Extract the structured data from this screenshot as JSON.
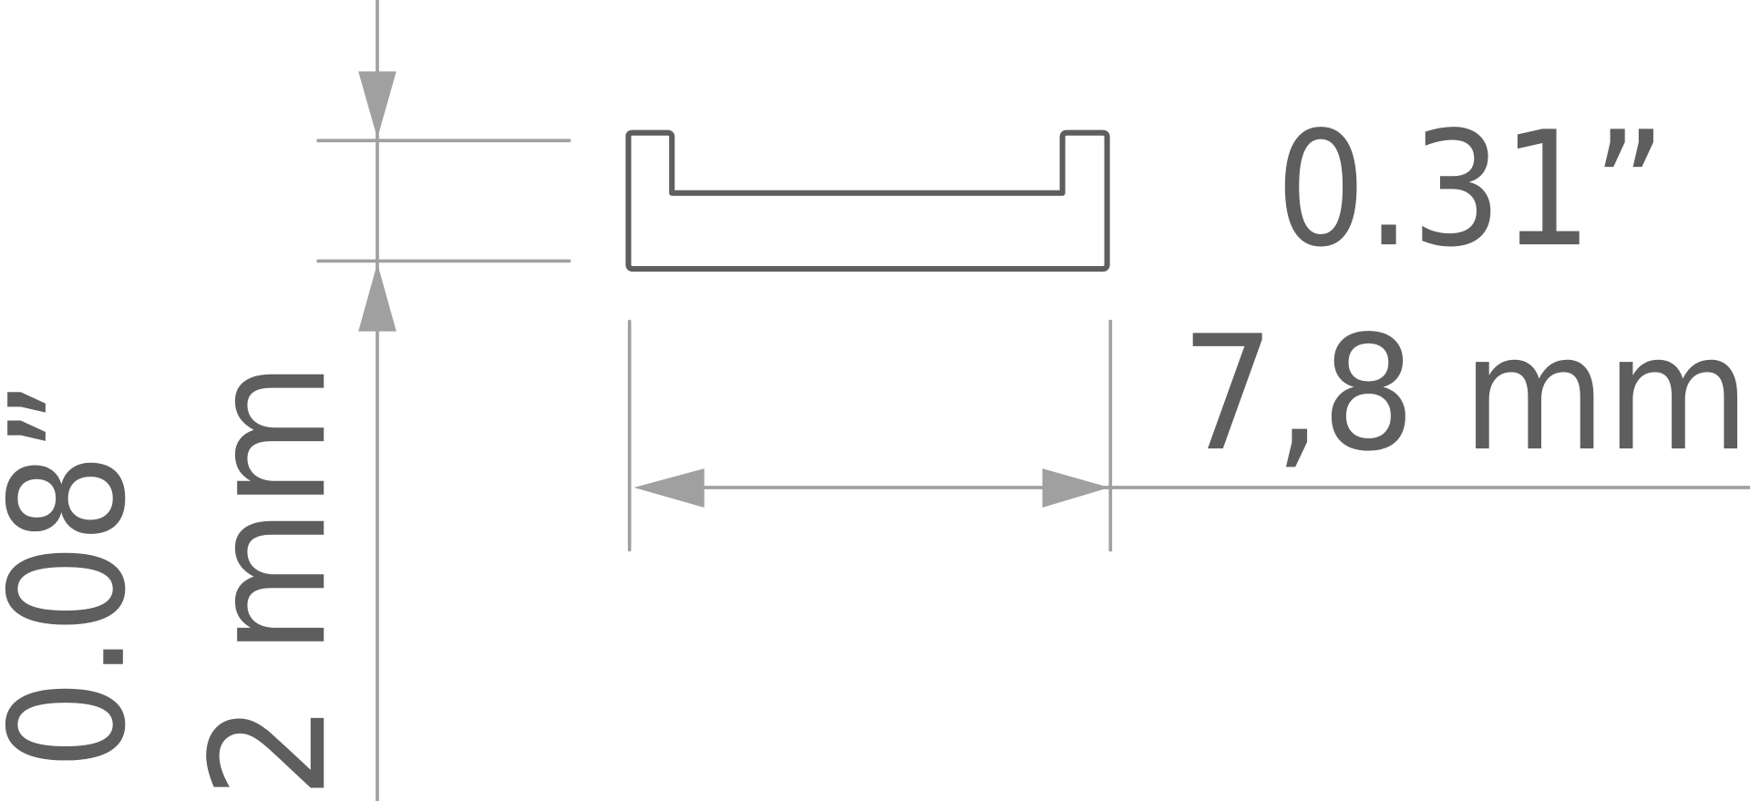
{
  "diagram": {
    "width_inch": "0.31”",
    "width_mm": "7,8 mm",
    "height_inch": "0.08”",
    "height_mm": "2 mm"
  },
  "colors": {
    "dimension_lines": "#a0a0a0",
    "profile_and_text": "#5e5e5e",
    "background": "#ffffff"
  }
}
